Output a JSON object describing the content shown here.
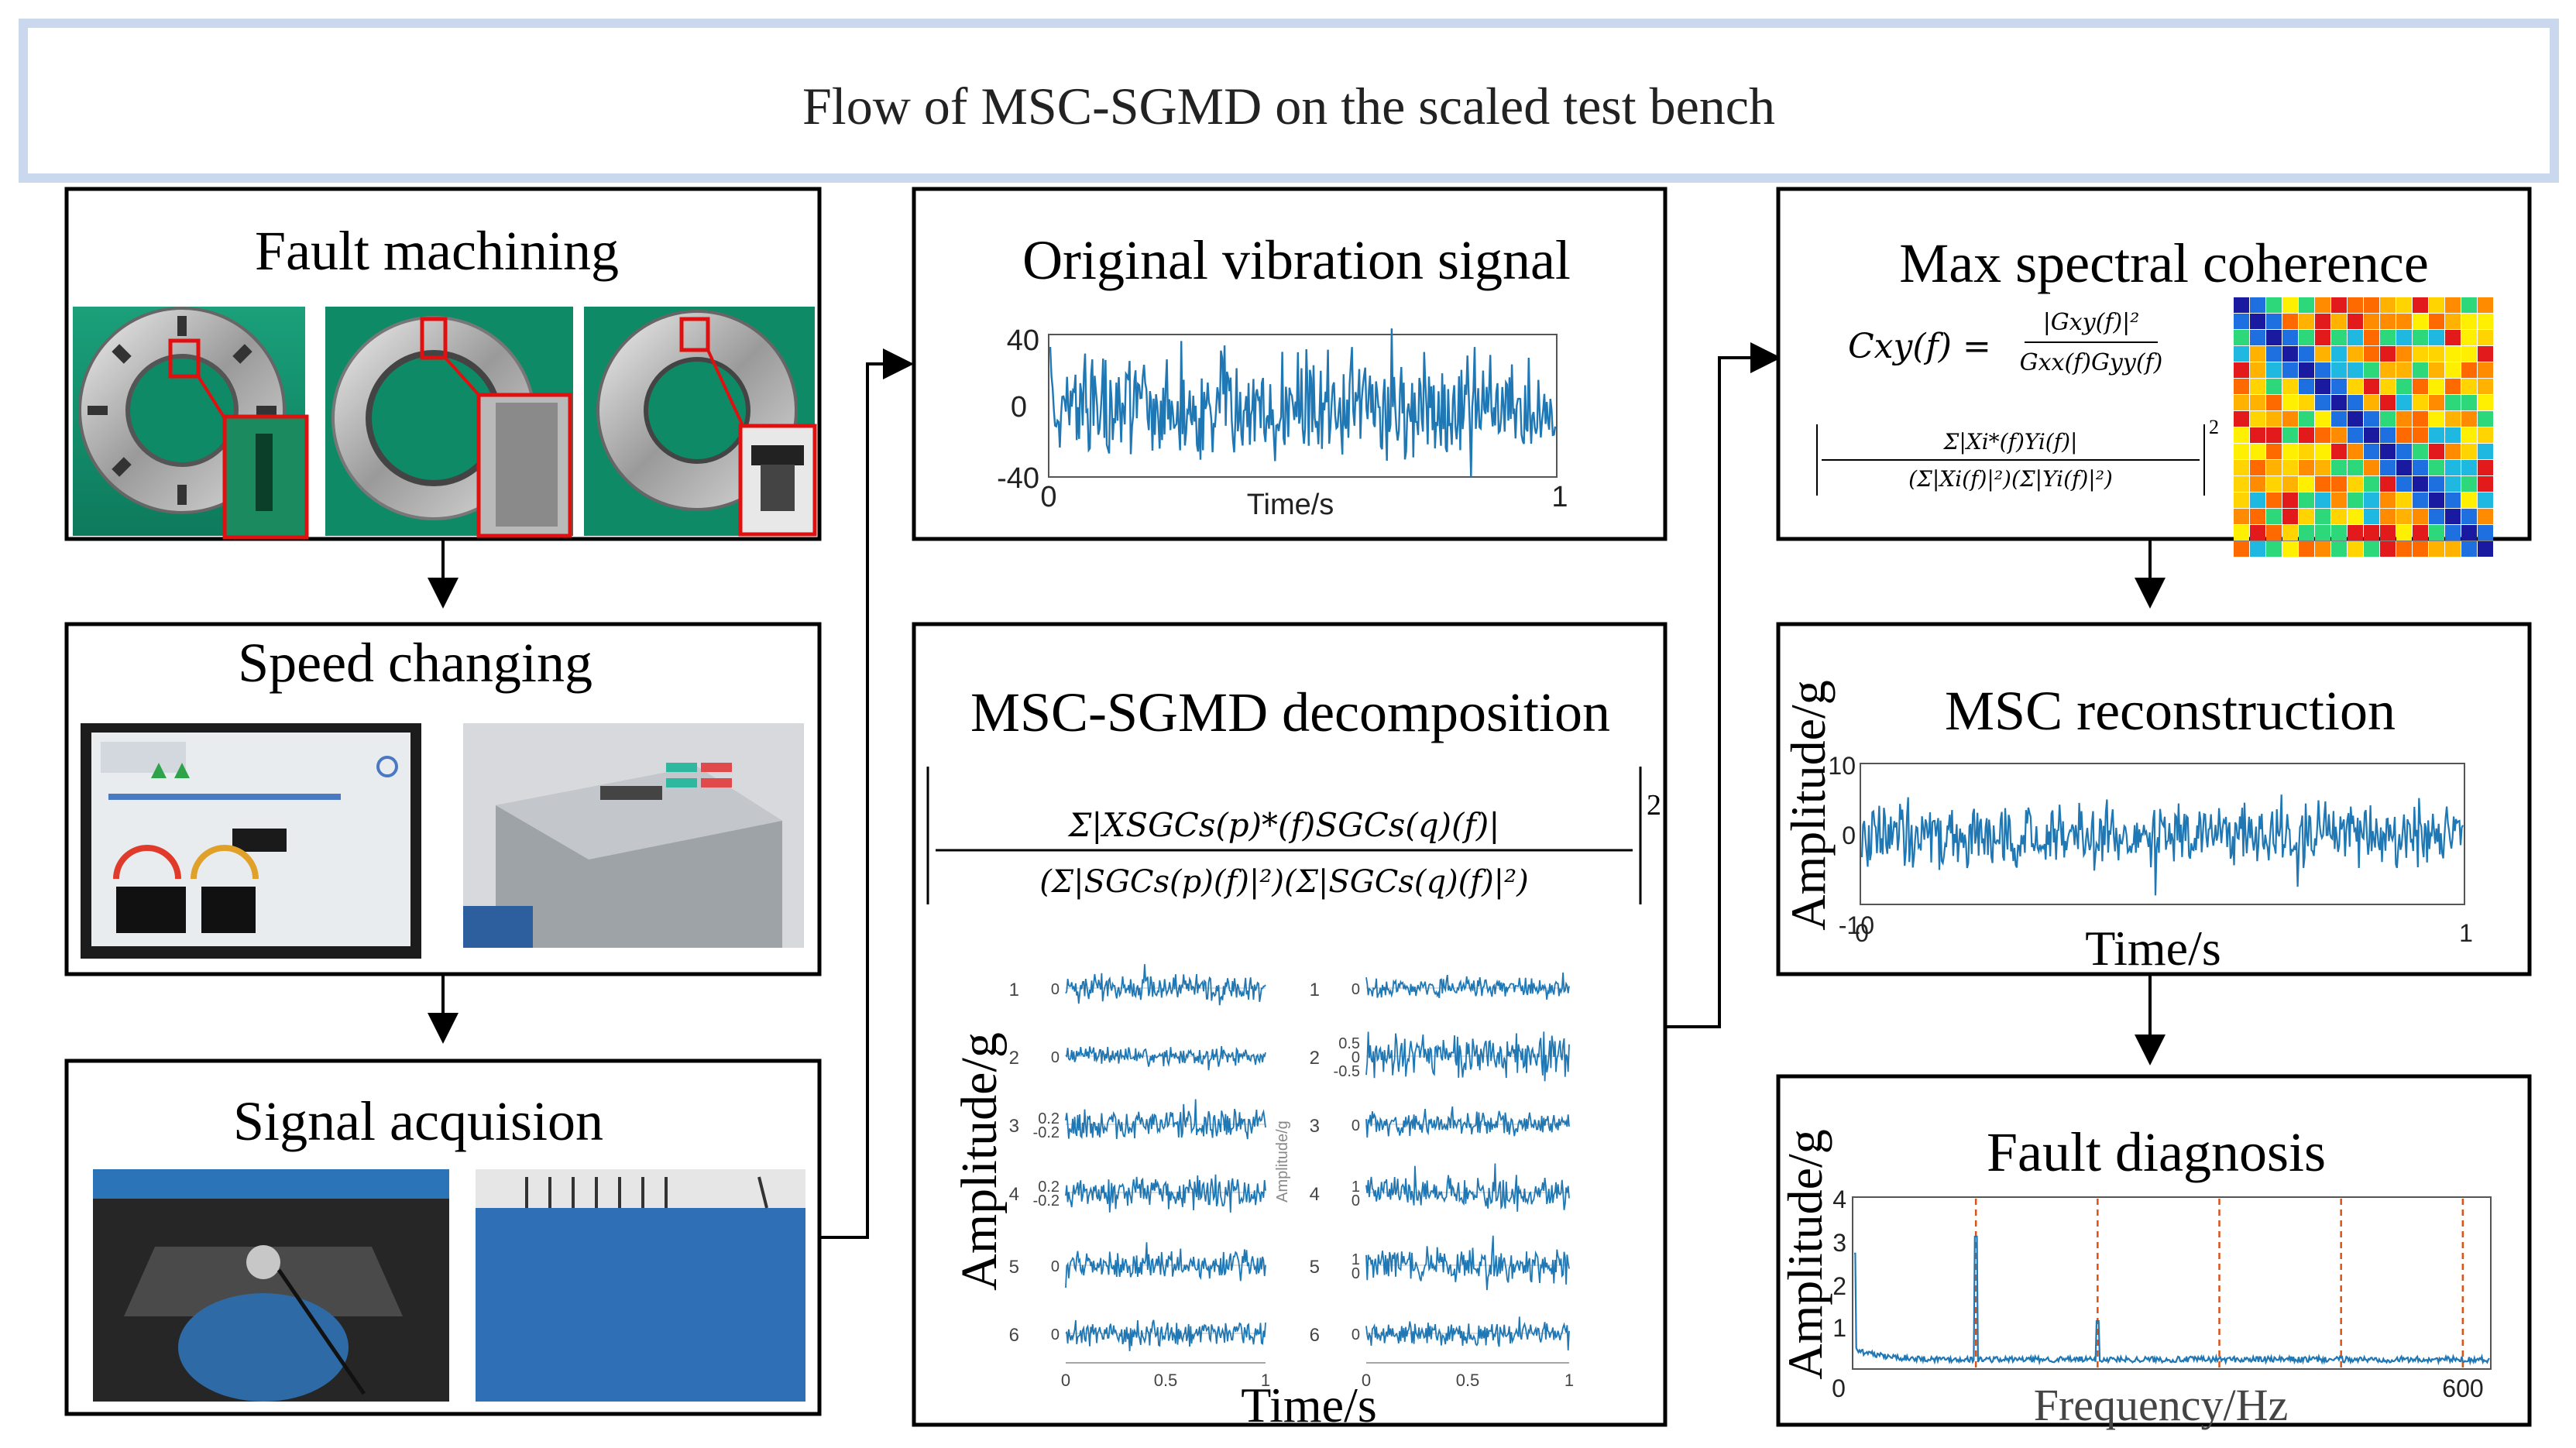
{
  "header": {
    "title": "Flow of MSC-SGMD on the scaled test bench"
  },
  "boxes": {
    "fault_machining": {
      "title": "Fault machining"
    },
    "speed_changing": {
      "title": "Speed changing"
    },
    "signal_acquisition": {
      "title": "Signal acquision"
    },
    "original_signal": {
      "title": "Original vibration signal",
      "xlabel": "Time/s",
      "yticks": [
        "40",
        "0",
        "-40"
      ],
      "xticks": [
        "0",
        "1"
      ]
    },
    "decomposition": {
      "title": "MSC-SGMD decomposition",
      "formula_num": "Σ|XSGCs(p)*(f)SGCs(q)(f)|",
      "formula_den": "(Σ|SGCs(p)(f)|²)(Σ|SGCs(q)(f)|²)",
      "formula_exp": "2",
      "ylabel": "Amplitude/g",
      "ylabel_small": "Amplitude/g",
      "xlabel": "Time/s",
      "left_rows": [
        {
          "index": "1",
          "ticks": [
            "0"
          ]
        },
        {
          "index": "2",
          "ticks": [
            "0"
          ]
        },
        {
          "index": "3",
          "ticks": [
            "0.2",
            "-0.2"
          ]
        },
        {
          "index": "4",
          "ticks": [
            "0.2",
            "-0.2"
          ]
        },
        {
          "index": "5",
          "ticks": [
            "0"
          ]
        },
        {
          "index": "6",
          "ticks": [
            "0"
          ]
        }
      ],
      "right_rows": [
        {
          "index": "1",
          "ticks": [
            "0"
          ]
        },
        {
          "index": "2",
          "ticks": [
            "0.5",
            "0",
            "-0.5"
          ]
        },
        {
          "index": "3",
          "ticks": [
            "0"
          ]
        },
        {
          "index": "4",
          "ticks": [
            "1",
            "0"
          ]
        },
        {
          "index": "5",
          "ticks": [
            "1",
            "0"
          ]
        },
        {
          "index": "6",
          "ticks": [
            "0"
          ]
        }
      ],
      "xticks": [
        "0",
        "0.5",
        "1"
      ]
    },
    "max_coherence": {
      "title": "Max spectral coherence",
      "cxy": "Cxy(f) =",
      "cxy_num": "|Gxy(f)|²",
      "cxy_den": "Gxx(f)Gyy(f)",
      "sum_num": "Σ|Xi*(f)Yi(f)|",
      "sum_den": "(Σ|Xi(f)|²)(Σ|Yi(f)|²)",
      "sum_exp": "2"
    },
    "msc_reconstruction": {
      "title": "MSC reconstruction",
      "ylabel": "Amplitude/g",
      "xlabel": "Time/s",
      "yticks": [
        "10",
        "0",
        "-10"
      ],
      "xticks": [
        "0",
        "1"
      ]
    },
    "fault_diagnosis": {
      "title": "Fault diagnosis",
      "ylabel": "Amplitude/g",
      "xlabel": "Frequency/Hz",
      "yticks": [
        "4",
        "3",
        "2",
        "1"
      ],
      "xticks": [
        "0",
        "600"
      ]
    }
  },
  "colors": {
    "signal": "#1f77b4",
    "harmonic_line": "#d95319",
    "box_border": "#000000",
    "header_border": "#c9d8ec"
  },
  "chart_data": [
    {
      "type": "line",
      "name": "original-vibration-signal",
      "xlim": [
        0,
        1
      ],
      "ylim": [
        -40,
        40
      ]
    },
    {
      "type": "line",
      "name": "msc-reconstruction",
      "xlim": [
        0,
        1
      ],
      "ylim": [
        -10,
        10
      ]
    },
    {
      "type": "line",
      "name": "fault-diagnosis-spectrum",
      "xlim": [
        0,
        600
      ],
      "ylim": [
        0,
        4
      ],
      "peaks": [
        {
          "x": 0,
          "y": 2.7
        },
        {
          "x": 115,
          "y": 3.1
        },
        {
          "x": 230,
          "y": 1.1
        }
      ],
      "harmonic_lines": [
        115,
        230,
        345,
        460,
        575
      ]
    }
  ]
}
